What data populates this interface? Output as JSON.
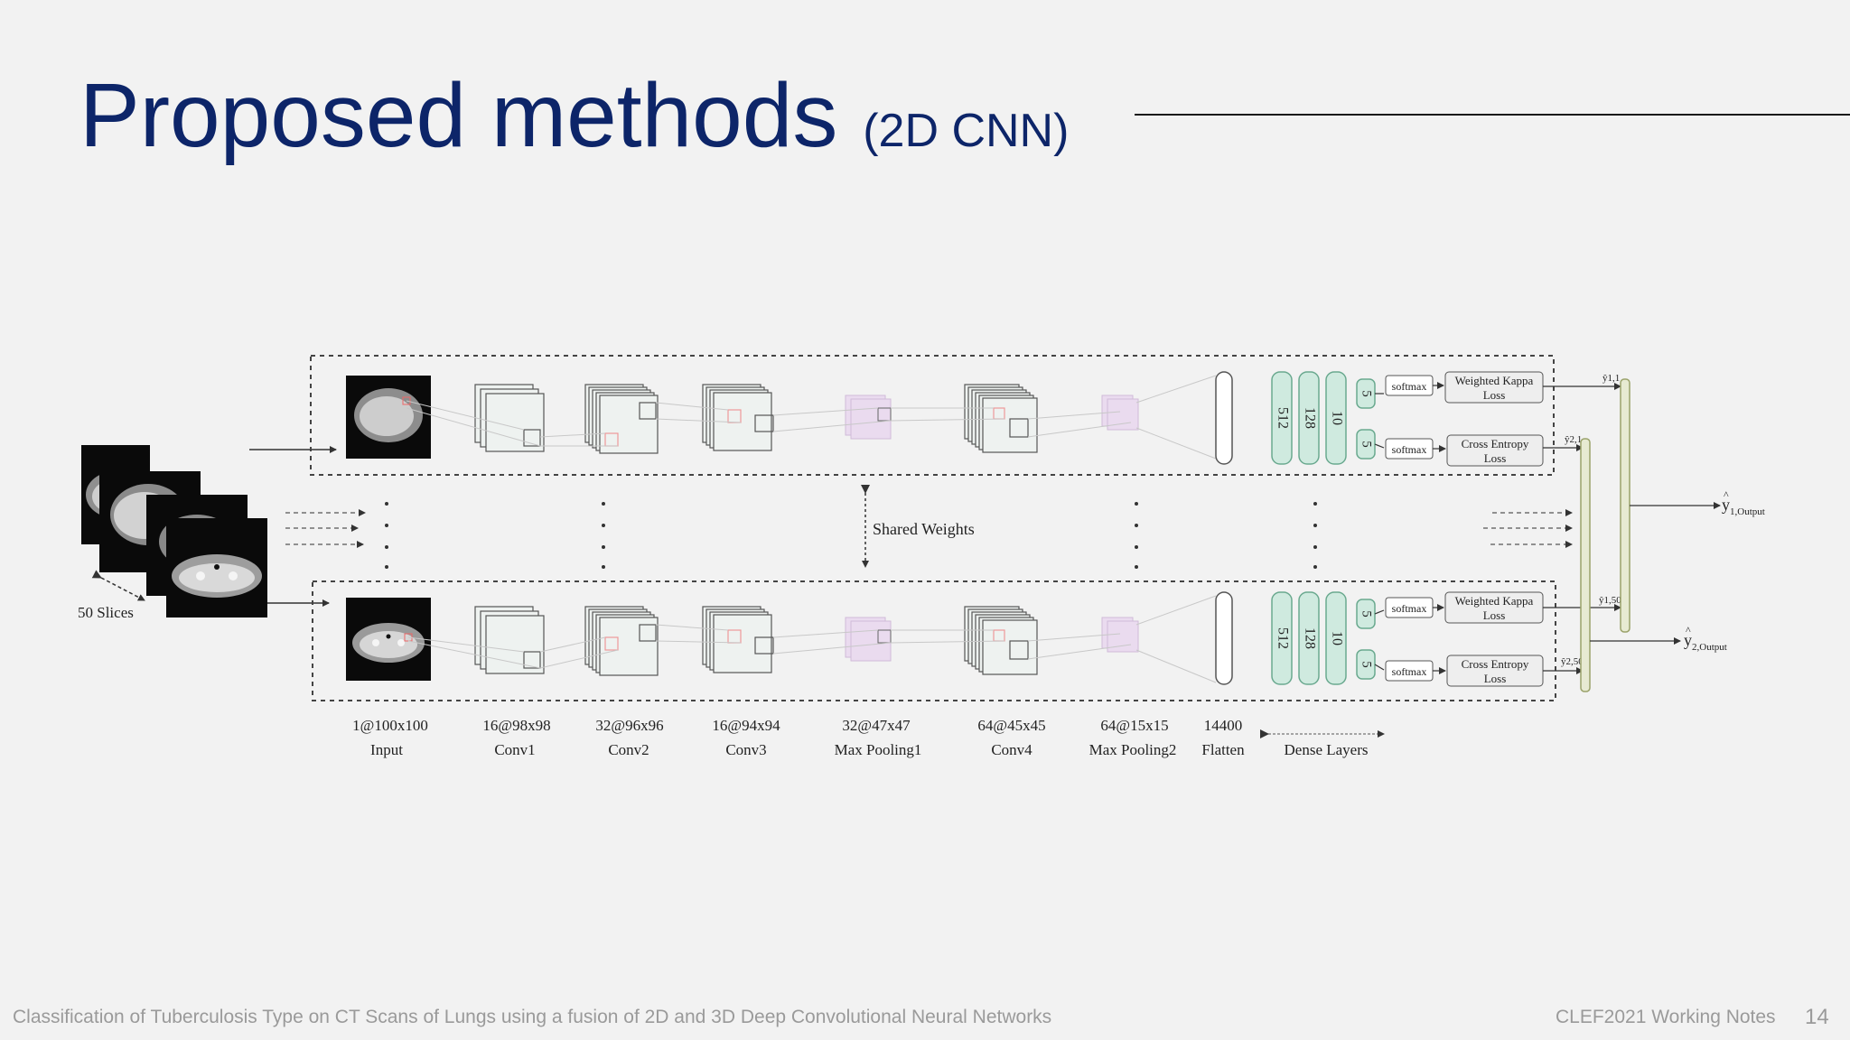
{
  "slide": {
    "title": "Proposed methods",
    "subtitle": "(2D CNN)",
    "footer_caption": "Classification of Tuberculosis Type on CT Scans of Lungs using a fusion of 2D and 3D Deep Convolutional Neural Networks",
    "footer_venue": "CLEF2021 Working Notes",
    "page_number": "14"
  },
  "diagram": {
    "slices_label": "50 Slices",
    "shared_weights_label": "Shared Weights",
    "layers": [
      {
        "shape": "1@100x100",
        "name": "Input"
      },
      {
        "shape": "16@98x98",
        "name": "Conv1"
      },
      {
        "shape": "32@96x96",
        "name": "Conv2"
      },
      {
        "shape": "16@94x94",
        "name": "Conv3"
      },
      {
        "shape": "32@47x47",
        "name": "Max Pooling1"
      },
      {
        "shape": "64@45x45",
        "name": "Conv4"
      },
      {
        "shape": "64@15x15",
        "name": "Max Pooling2"
      },
      {
        "shape": "14400",
        "name": "Flatten"
      },
      {
        "shape": "",
        "name": "Dense Layers"
      }
    ],
    "dense_units": [
      "512",
      "128",
      "10",
      "5",
      "5"
    ],
    "softmax_label": "softmax",
    "loss_weighted_kappa": [
      "Weighted Kappa",
      "Loss"
    ],
    "loss_cross_entropy": [
      "Cross Entropy",
      "Loss"
    ],
    "output_1": {
      "symbol": "y",
      "sub": "1,Output"
    },
    "output_2": {
      "symbol": "y",
      "sub": "2,Output"
    },
    "branch_output_labels": [
      "ŷ1,1",
      "ŷ2,1",
      "ŷ1,50",
      "ŷ2,50"
    ]
  },
  "colors": {
    "title": "#0d2569",
    "dense_fill": "#cfeadf",
    "dense_stroke": "#6aa98f",
    "pool_fill": "#e8d8ee",
    "fusion_fill": "#e7ead2",
    "fusion_stroke": "#9aa26a"
  }
}
